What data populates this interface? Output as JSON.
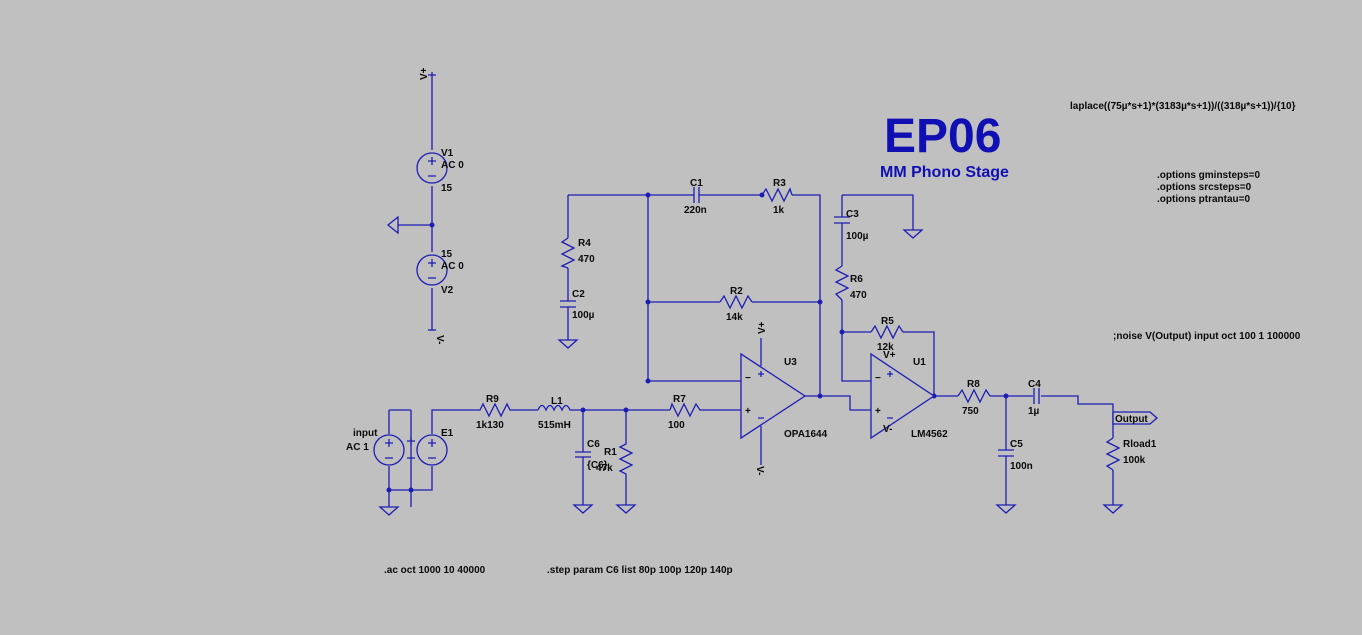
{
  "title": "EP06",
  "subtitle": "MM Phono Stage",
  "directives": {
    "laplace": "laplace((75µ*s+1)*(3183µ*s+1))/((318µ*s+1))/{10}",
    "opt1": ".options gminsteps=0",
    "opt2": ".options srcsteps=0",
    "opt3": ".options ptrantau=0",
    "noise": ";noise V(Output) input oct 100 1 100000",
    "ac": ".ac oct 1000 10 40000",
    "step": ".step param C6 list 80p 100p 120p 140p"
  },
  "components": {
    "V1": {
      "name": "V1",
      "ac": "AC 0",
      "value": "15"
    },
    "V2": {
      "name": "V2",
      "ac": "AC 0",
      "value": "15"
    },
    "input": {
      "name": "input",
      "ac": "AC 1"
    },
    "E1": {
      "name": "E1"
    },
    "R9": {
      "name": "R9",
      "value": "1k130"
    },
    "L1": {
      "name": "L1",
      "value": "515mH"
    },
    "C6": {
      "name": "C6",
      "value": "{C6}"
    },
    "R1": {
      "name": "R1",
      "value": "47k"
    },
    "R7": {
      "name": "R7",
      "value": "100"
    },
    "C1": {
      "name": "C1",
      "value": "220n"
    },
    "R3": {
      "name": "R3",
      "value": "1k"
    },
    "R4": {
      "name": "R4",
      "value": "470"
    },
    "C2": {
      "name": "C2",
      "value": "100µ"
    },
    "R2": {
      "name": "R2",
      "value": "14k"
    },
    "U3": {
      "name": "U3",
      "model": "OPA1644"
    },
    "C3": {
      "name": "C3",
      "value": "100µ"
    },
    "R6": {
      "name": "R6",
      "value": "470"
    },
    "R5": {
      "name": "R5",
      "value": "12k"
    },
    "U1": {
      "name": "U1",
      "model": "LM4562"
    },
    "R8": {
      "name": "R8",
      "value": "750"
    },
    "C4": {
      "name": "C4",
      "value": "1µ"
    },
    "C5": {
      "name": "C5",
      "value": "100n"
    },
    "Rload1": {
      "name": "Rload1",
      "value": "100k"
    }
  },
  "nets": {
    "vplus_top": "V+",
    "vminus_bottom": "V-",
    "u3_vplus": "V+",
    "u3_vminus": "V-",
    "u1_vplus": "V+",
    "u1_vminus": "V-",
    "output": "Output"
  },
  "colors": {
    "wire": "#1d1db4",
    "title": "#0f0fb4",
    "background": "#c0c0c0"
  }
}
